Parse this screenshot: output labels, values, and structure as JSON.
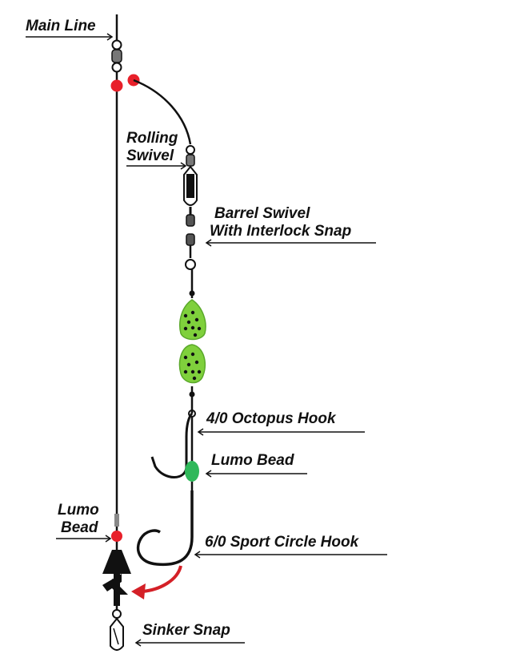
{
  "labels": {
    "main_line": "Main Line",
    "rolling_swivel_1": "Rolling",
    "rolling_swivel_2": "Swivel",
    "barrel_swivel_1": "Barrel Swivel",
    "barrel_swivel_2": "With Interlock Snap",
    "octopus_hook": "4/0 Octopus Hook",
    "lumo_bead_green": "Lumo Bead",
    "lumo_bead_red_1": "Lumo",
    "lumo_bead_red_2": "Bead",
    "circle_hook": "6/0 Sport Circle Hook",
    "sinker_snap": "Sinker Snap"
  },
  "colors": {
    "line": "#111111",
    "red_bead": "#e8202a",
    "green_bead": "#2fb85a",
    "lure_green": "#7fd03c",
    "arrow": "#d42027"
  }
}
